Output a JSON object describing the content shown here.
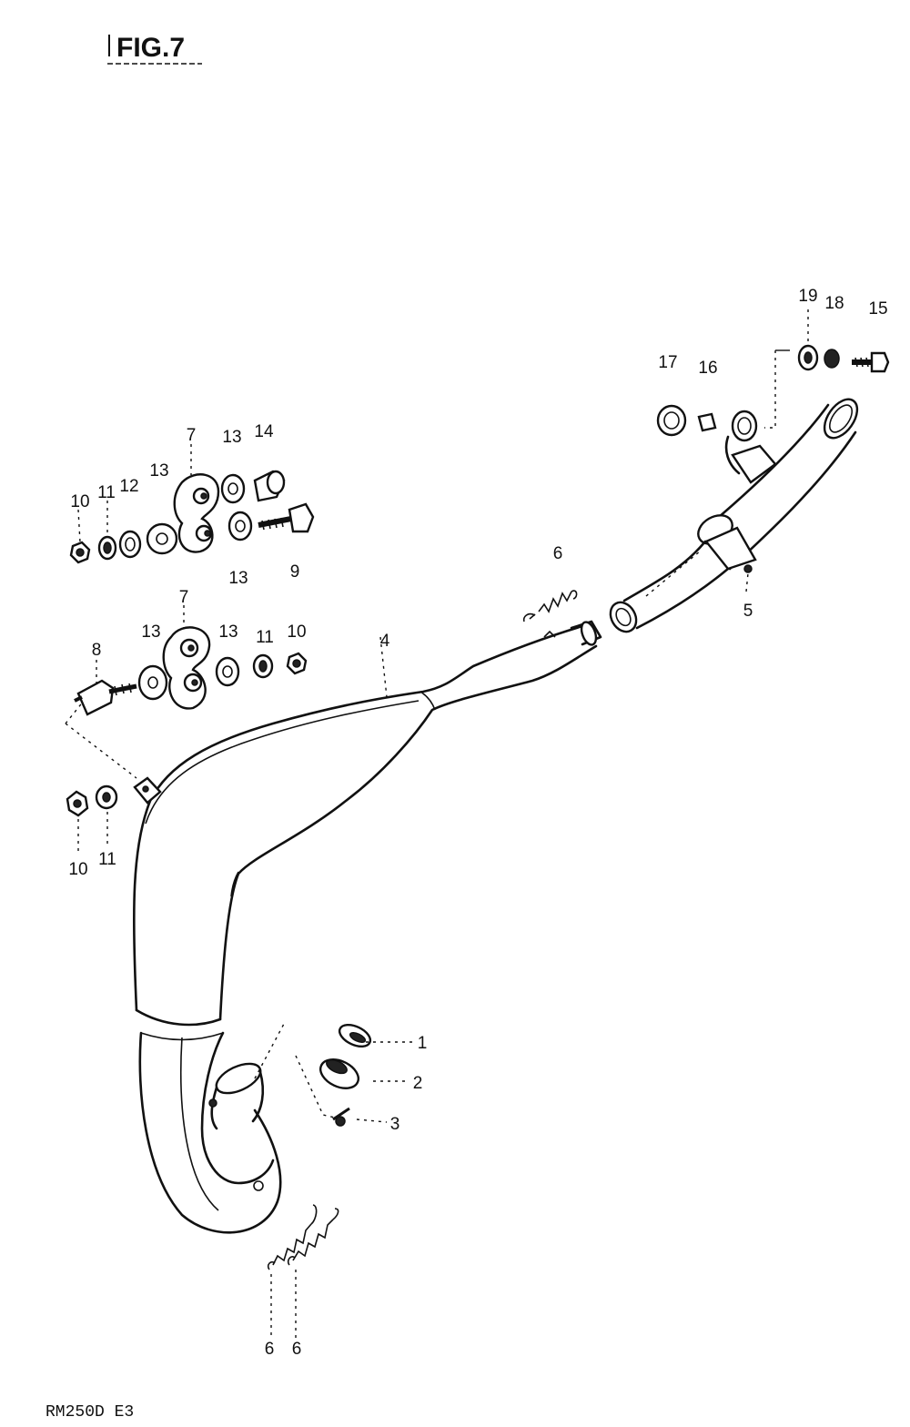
{
  "figure": {
    "title": "FIG.7",
    "footer": "RM250D E3"
  },
  "callouts": [
    {
      "id": "c1",
      "text": "1"
    },
    {
      "id": "c2",
      "text": "2"
    },
    {
      "id": "c3",
      "text": "3"
    },
    {
      "id": "c4",
      "text": "4"
    },
    {
      "id": "c5",
      "text": "5"
    },
    {
      "id": "c6a",
      "text": "6"
    },
    {
      "id": "c6b",
      "text": "6"
    },
    {
      "id": "c6c",
      "text": "6"
    },
    {
      "id": "c7a",
      "text": "7"
    },
    {
      "id": "c7b",
      "text": "7"
    },
    {
      "id": "c8",
      "text": "8"
    },
    {
      "id": "c9",
      "text": "9"
    },
    {
      "id": "c10a",
      "text": "10"
    },
    {
      "id": "c10b",
      "text": "10"
    },
    {
      "id": "c10c",
      "text": "10"
    },
    {
      "id": "c11a",
      "text": "11"
    },
    {
      "id": "c11b",
      "text": "11"
    },
    {
      "id": "c11c",
      "text": "11"
    },
    {
      "id": "c12",
      "text": "12"
    },
    {
      "id": "c13a",
      "text": "13"
    },
    {
      "id": "c13b",
      "text": "13"
    },
    {
      "id": "c13c",
      "text": "13"
    },
    {
      "id": "c13d",
      "text": "13"
    },
    {
      "id": "c13e",
      "text": "13"
    },
    {
      "id": "c14",
      "text": "14"
    },
    {
      "id": "c15",
      "text": "15"
    },
    {
      "id": "c16",
      "text": "16"
    },
    {
      "id": "c17",
      "text": "17"
    },
    {
      "id": "c18",
      "text": "18"
    },
    {
      "id": "c19",
      "text": "19"
    }
  ]
}
